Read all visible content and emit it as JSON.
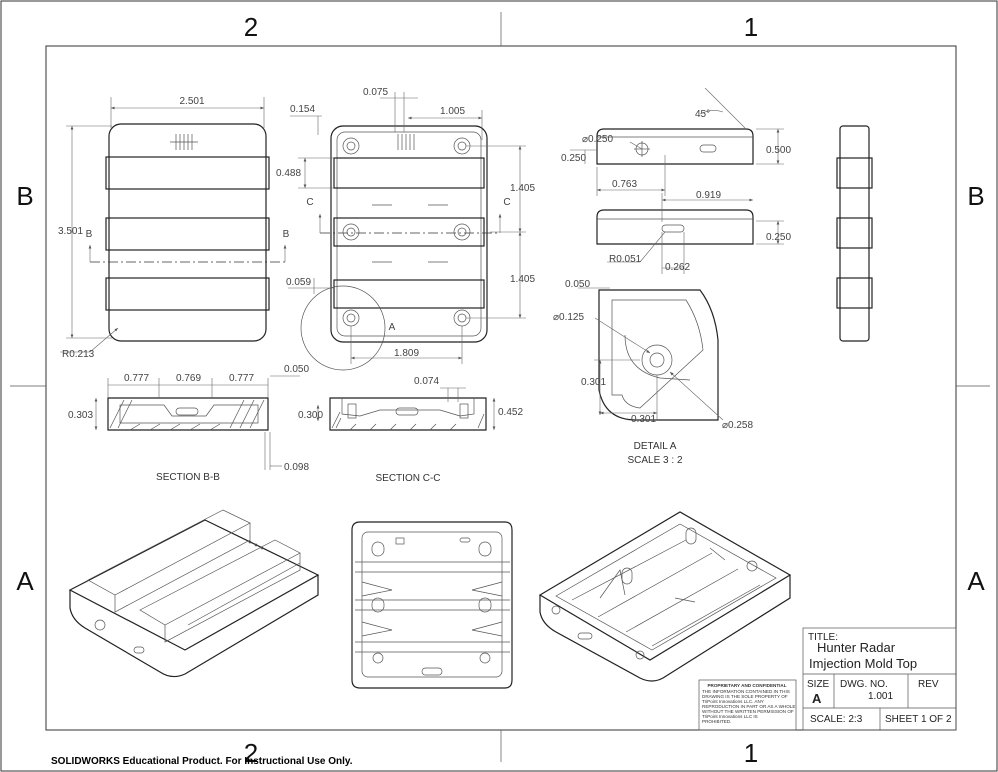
{
  "zones": {
    "top": [
      "2",
      "1"
    ],
    "bottom": [
      "2",
      "1"
    ],
    "left": [
      "B",
      "A"
    ],
    "right": [
      "B",
      "A"
    ]
  },
  "dims": {
    "width_top": "2.501",
    "height_left": "3.501",
    "radius": "R0.213",
    "d0154": "0.154",
    "d0075": "0.075",
    "d1005": "1.005",
    "d0488": "0.488",
    "d1405a": "1.405",
    "d1405b": "1.405",
    "d0059": "0.059",
    "d1809": "1.809",
    "dia0250": "⌀0.250",
    "d0250a": "0.250",
    "d0763": "0.763",
    "d45": "45°",
    "d0500": "0.500",
    "d0919": "0.919",
    "d0250b": "0.250",
    "r0051": "R0.051",
    "d0262": "0.262",
    "d0050a": "0.050",
    "dia0125": "⌀0.125",
    "d0301a": "0.301",
    "d0301b": "0.301",
    "dia0258": "⌀0.258",
    "b0777a": "0.777",
    "b0769": "0.769",
    "b0777b": "0.777",
    "b0050": "0.050",
    "b0303": "0.303",
    "b0300": "0.300",
    "b0098": "0.098",
    "c0074": "0.074",
    "c0452": "0.452"
  },
  "labels": {
    "sec_b_left": "B",
    "sec_b_right": "B",
    "sec_c_left": "C",
    "sec_c_right": "C",
    "detail_a_marker": "A",
    "section_bb": "SECTION B-B",
    "section_cc": "SECTION C-C",
    "detail_a": "DETAIL A",
    "detail_scale": "SCALE 3 : 2"
  },
  "title_block": {
    "title_label": "TITLE:",
    "title_line1": "Hunter Radar",
    "title_line2": "Imjection Mold Top",
    "size_label": "SIZE",
    "size_value": "A",
    "dwg_label": "DWG.  NO.",
    "dwg_value": "1.001",
    "rev_label": "REV",
    "scale": "SCALE: 2:3",
    "sheet": "SHEET 1 OF 2",
    "prop_title": "PROPRIETARY AND CONFIDENTIAL",
    "prop_lines": [
      "THE INFORMATION CONTAINED IN THIS",
      "DRAWING IS THE SOLE PROPERTY OF",
      "TriPoint Innovations LLC.  ANY",
      "REPRODUCTION IN PART OR AS A WHOLE",
      "WITHOUT THE WRITTEN PERMISSION OF",
      "TriPoint Innovations LLC IS",
      "PROHIBITED."
    ]
  },
  "footer": "SOLIDWORKS Educational Product. For Instructional Use Only."
}
